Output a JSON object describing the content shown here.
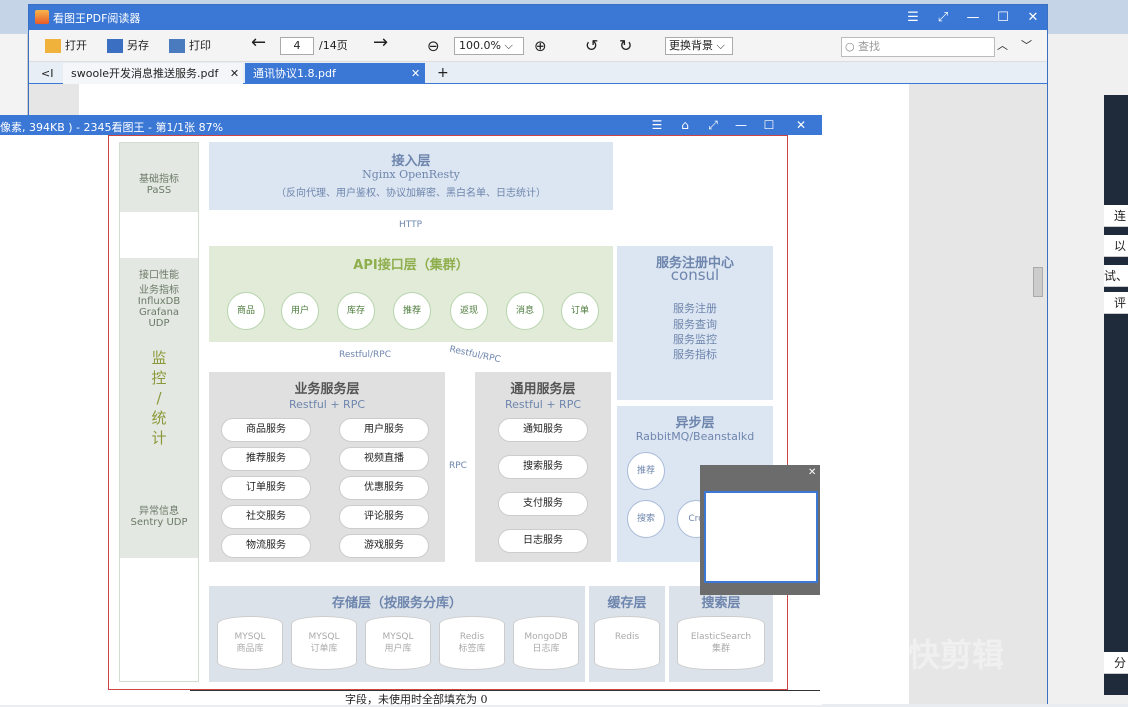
{
  "app": {
    "title": "看图王PDF阅读器"
  },
  "toolbar": {
    "open": "打开",
    "save": "另存",
    "print": "打印",
    "page": "4",
    "page_total": "/14页",
    "zoom": "100.0%",
    "bg": "更换背景",
    "search_placeholder": "查找"
  },
  "tabs": [
    {
      "label": "swoole开发消息推送服务.pdf"
    },
    {
      "label": "通讯协议1.8.pdf"
    }
  ],
  "imgviewer": {
    "title": "像素, 394KB ) - 2345看图王 - 第1/1张 87%"
  },
  "diagram": {
    "left": {
      "base": "基础指标\nPaSS",
      "perf": "接口性能\n业务指标\nInfluxDB\nGrafana\nUDP",
      "monitor": "监\n控\n/\n统\n计",
      "err": "异常信息\nSentry UDP"
    },
    "access": {
      "title": "接入层",
      "sub": "Nginx OpenResty",
      "desc": "（反向代理、用户鉴权、协议加解密、黑白名单、日志统计）"
    },
    "http": "HTTP",
    "api": {
      "title": "API接口层（集群）",
      "items": [
        "商品",
        "用户",
        "库存",
        "推荐",
        "返现",
        "消息",
        "订单"
      ]
    },
    "reg": {
      "title": "服务注册中心",
      "sub": "consul",
      "items": [
        "服务注册",
        "服务查询",
        "服务监控",
        "服务指标"
      ]
    },
    "rpc1": "Restful/RPC",
    "rpc2": "Restful/RPC",
    "rpc3": "RPC",
    "biz": {
      "title": "业务服务层",
      "sub": "Restful + RPC",
      "items": [
        "商品服务",
        "用户服务",
        "推荐服务",
        "视频直播",
        "订单服务",
        "优惠服务",
        "社交服务",
        "评论服务",
        "物流服务",
        "游戏服务"
      ]
    },
    "common": {
      "title": "通用服务层",
      "sub": "Restful + RPC",
      "items": [
        "通知服务",
        "搜索服务",
        "支付服务",
        "日志服务"
      ]
    },
    "async": {
      "title": "异步层",
      "sub": "RabbitMQ/Beanstalkd",
      "items": [
        "推荐",
        "搜索",
        "Cro"
      ]
    },
    "storage": {
      "title": "存储层（按服务分库）",
      "dbs": [
        "MYSQL\n商品库",
        "MYSQL\n订单库",
        "MYSQL\n用户库",
        "Redis\n标签库",
        "MongoDB\n日志库"
      ]
    },
    "cache": {
      "title": "缓存层",
      "db": "Redis"
    },
    "searchl": {
      "title": "搜索层",
      "db": "ElasticSearch\n集群"
    }
  },
  "bottomtext": "字段，未使用时全部填充为 0",
  "watermark": "快剪辑",
  "right": {
    "items": [
      "连",
      "以机",
      "试、",
      "评交",
      "分析"
    ]
  }
}
